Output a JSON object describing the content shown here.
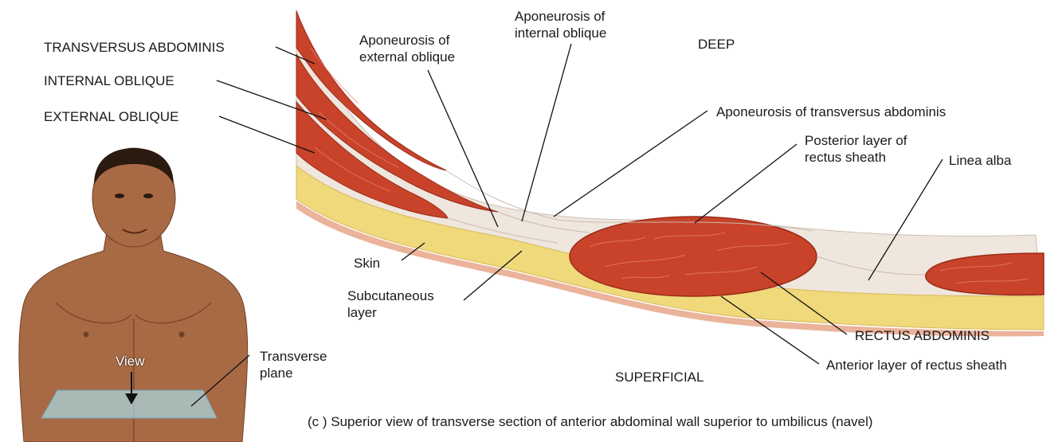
{
  "labels": {
    "transversus": "TRANSVERSUS ABDOMINIS",
    "internal_oblique": "INTERNAL OBLIQUE",
    "external_oblique": "EXTERNAL OBLIQUE",
    "apo_external": "Aponeurosis of\nexternal oblique",
    "apo_internal": "Aponeurosis of\ninternal oblique",
    "deep": "DEEP",
    "apo_transversus": "Aponeurosis of transversus abdominis",
    "posterior_sheath": "Posterior layer of\nrectus sheath",
    "linea_alba": "Linea alba",
    "skin": "Skin",
    "subcutaneous": "Subcutaneous\nlayer",
    "rectus": "RECTUS ABDOMINIS",
    "anterior_sheath": "Anterior layer of rectus sheath",
    "superficial": "SUPERFICIAL",
    "transverse_plane": "Transverse\nplane",
    "view": "View"
  },
  "caption": "(c ) Superior view of transverse section of anterior abdominal wall superior to umbilicus (navel)",
  "colors": {
    "muscle": "#c8432a",
    "fat": "#efd97a",
    "skin": "#eab39a",
    "fascia": "#efe6de",
    "body": "#a86a45",
    "plane": "#a9d4dc"
  }
}
